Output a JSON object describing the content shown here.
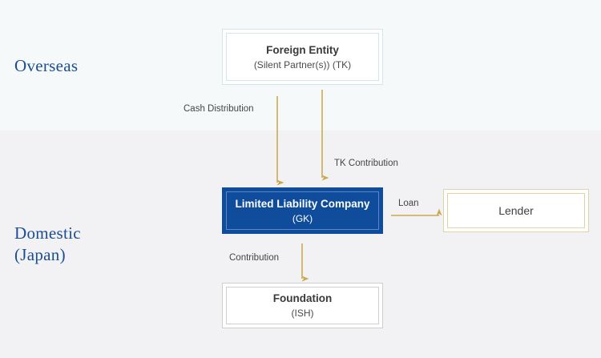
{
  "diagram": {
    "regions": [
      {
        "id": "overseas",
        "label": "Overseas"
      },
      {
        "id": "domestic",
        "label": "Domestic\n(Japan)"
      }
    ],
    "nodes": [
      {
        "id": "foreign-entity",
        "title": "Foreign Entity",
        "subtitle": "(Silent Partner(s))  (TK)",
        "style": "teal-outline",
        "color": "#d6e6e7"
      },
      {
        "id": "limited-liability-company",
        "title": "Limited Liability Company",
        "subtitle": "(GK)",
        "style": "navy-filled",
        "color": "#0f4c9c"
      },
      {
        "id": "foundation",
        "title": "Foundation",
        "subtitle": "(ISH)",
        "style": "gray-outline",
        "color": "#cfcfcf"
      },
      {
        "id": "lender",
        "title": "Lender",
        "subtitle": "",
        "style": "gold-outline",
        "color": "#dfd3ac"
      }
    ],
    "edges": [
      {
        "id": "cash-distribution",
        "label": "Cash Distribution",
        "from": "limited-liability-company",
        "to": "foreign-entity",
        "direction": "up",
        "color": "#c9a94f"
      },
      {
        "id": "tk-contribution",
        "label": "TK Contribution",
        "from": "foreign-entity",
        "to": "limited-liability-company",
        "direction": "down",
        "color": "#c9a94f"
      },
      {
        "id": "loan",
        "label": "Loan",
        "from": "lender",
        "to": "limited-liability-company",
        "direction": "left",
        "color": "#c9a94f"
      },
      {
        "id": "contribution",
        "label": "Contribution",
        "from": "foundation",
        "to": "limited-liability-company",
        "direction": "up",
        "color": "#c9a94f"
      }
    ],
    "colors": {
      "band_overseas": "#f5f9fa",
      "band_domestic": "#f2f2f4",
      "region_text": "#1b4d91",
      "arrow": "#c9a94f",
      "navy_fill": "#0f4c9c"
    }
  }
}
